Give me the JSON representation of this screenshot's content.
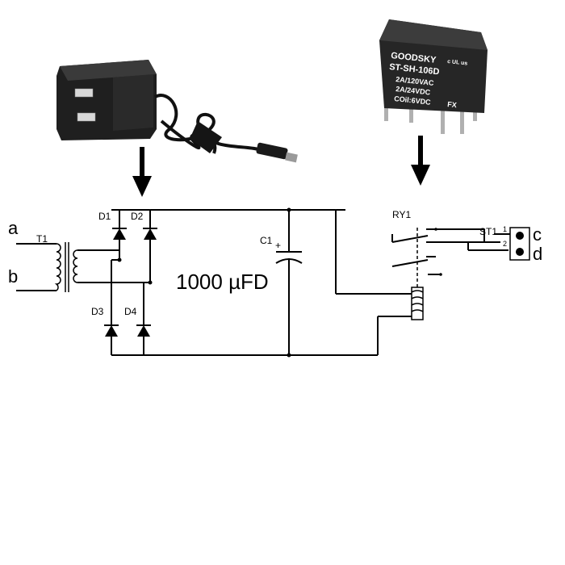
{
  "terminals": {
    "a": "a",
    "b": "b",
    "c": "c",
    "d": "d"
  },
  "components": {
    "transformer": "T1",
    "d1": "D1",
    "d2": "D2",
    "d3": "D3",
    "d4": "D4",
    "capacitor": "C1",
    "capacitor_polarity": "+",
    "capacitance": "1000 µFD",
    "relay": "RY1",
    "connector": "ST1",
    "pin1": "1",
    "pin2": "2"
  },
  "relay_photo": {
    "brand": "GOODSKY",
    "cert": "c UL us",
    "model": "ST-SH-106D",
    "rating1": "2A/120VAC",
    "rating2": "2A/24VDC",
    "coil": "COil:6VDC",
    "suffix": "FX"
  },
  "colors": {
    "wire": "#000000",
    "photo_body": "#1c1c1c",
    "relay_body": "#262626",
    "pin_metal": "#b0b0b0"
  }
}
